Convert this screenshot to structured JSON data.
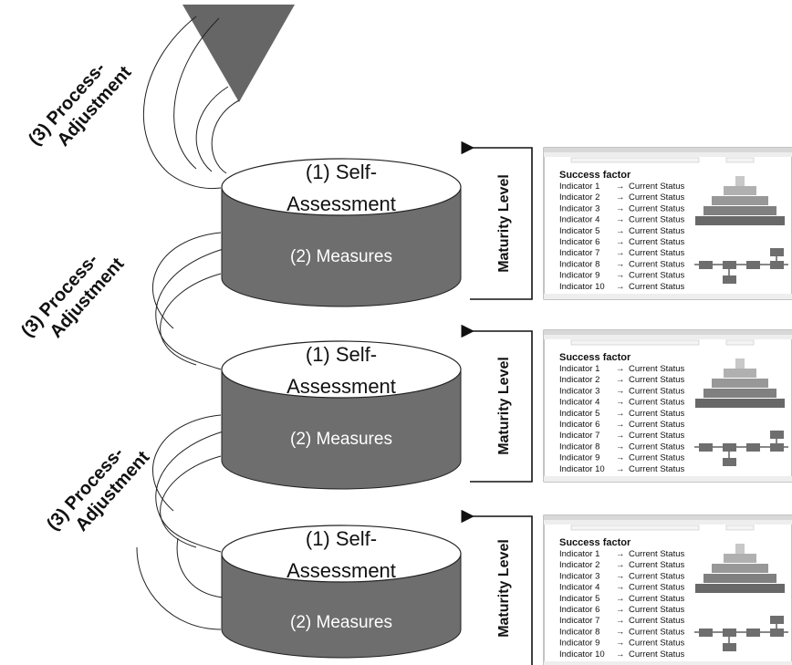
{
  "levels": [
    {
      "self_assessment_line1": "(1) Self-",
      "self_assessment_line2": "Assessment",
      "measures": "(2) Measures",
      "maturity_label": "Maturity Level",
      "panel": {
        "title": "Success factor",
        "rows": [
          {
            "indicator": "Indicator 1",
            "arrow": "→",
            "status": "Current Status"
          },
          {
            "indicator": "Indicator 2",
            "arrow": "→",
            "status": "Current Status"
          },
          {
            "indicator": "Indicator 3",
            "arrow": "→",
            "status": "Current Status"
          },
          {
            "indicator": "Indicator 4",
            "arrow": "→",
            "status": "Current Status"
          },
          {
            "indicator": "Indicator 5",
            "arrow": "→",
            "status": "Current Status"
          },
          {
            "indicator": "Indicator 6",
            "arrow": "→",
            "status": "Current Status"
          },
          {
            "indicator": "Indicator 7",
            "arrow": "→",
            "status": "Current Status"
          },
          {
            "indicator": "Indicator 8",
            "arrow": "→",
            "status": "Current Status"
          },
          {
            "indicator": "Indicator 9",
            "arrow": "→",
            "status": "Current Status"
          },
          {
            "indicator": "Indicator 10",
            "arrow": "→",
            "status": "Current Status"
          }
        ]
      }
    },
    {
      "self_assessment_line1": "(1) Self-",
      "self_assessment_line2": "Assessment",
      "measures": "(2) Measures",
      "maturity_label": "Maturity Level",
      "panel": {
        "title": "Success factor",
        "rows": [
          {
            "indicator": "Indicator 1",
            "arrow": "→",
            "status": "Current Status"
          },
          {
            "indicator": "Indicator 2",
            "arrow": "→",
            "status": "Current Status"
          },
          {
            "indicator": "Indicator 3",
            "arrow": "→",
            "status": "Current Status"
          },
          {
            "indicator": "Indicator 4",
            "arrow": "→",
            "status": "Current Status"
          },
          {
            "indicator": "Indicator 5",
            "arrow": "→",
            "status": "Current Status"
          },
          {
            "indicator": "Indicator 6",
            "arrow": "→",
            "status": "Current Status"
          },
          {
            "indicator": "Indicator 7",
            "arrow": "→",
            "status": "Current Status"
          },
          {
            "indicator": "Indicator 8",
            "arrow": "→",
            "status": "Current Status"
          },
          {
            "indicator": "Indicator 9",
            "arrow": "→",
            "status": "Current Status"
          },
          {
            "indicator": "Indicator 10",
            "arrow": "→",
            "status": "Current Status"
          }
        ]
      }
    },
    {
      "self_assessment_line1": "(1) Self-",
      "self_assessment_line2": "Assessment",
      "measures": "(2) Measures",
      "maturity_label": "Maturity Level",
      "panel": {
        "title": "Success factor",
        "rows": [
          {
            "indicator": "Indicator 1",
            "arrow": "→",
            "status": "Current Status"
          },
          {
            "indicator": "Indicator 2",
            "arrow": "→",
            "status": "Current Status"
          },
          {
            "indicator": "Indicator 3",
            "arrow": "→",
            "status": "Current Status"
          },
          {
            "indicator": "Indicator 4",
            "arrow": "→",
            "status": "Current Status"
          },
          {
            "indicator": "Indicator 5",
            "arrow": "→",
            "status": "Current Status"
          },
          {
            "indicator": "Indicator 6",
            "arrow": "→",
            "status": "Current Status"
          },
          {
            "indicator": "Indicator 7",
            "arrow": "→",
            "status": "Current Status"
          },
          {
            "indicator": "Indicator 8",
            "arrow": "→",
            "status": "Current Status"
          },
          {
            "indicator": "Indicator 9",
            "arrow": "→",
            "status": "Current Status"
          },
          {
            "indicator": "Indicator 10",
            "arrow": "→",
            "status": "Current Status"
          }
        ]
      }
    }
  ],
  "process_adjustments": [
    {
      "line1": "(3) Process-",
      "line2": "Adjustment"
    },
    {
      "line1": "(3) Process-",
      "line2": "Adjustment"
    },
    {
      "line1": "(3) Process-",
      "line2": "Adjustment"
    }
  ],
  "colors": {
    "cylinder_side": "#6e6e6e",
    "cylinder_top": "#ffffff",
    "arrow_head": "#666666",
    "pyramid_tiers": [
      "#c8c8c8",
      "#b0b0b0",
      "#989898",
      "#808080",
      "#686868"
    ],
    "flow_box": "#6e6e6e"
  },
  "icons": {
    "top_arrow": "down-triangle-arrow-icon",
    "maturity_arrow": "left-arrow-icon"
  }
}
